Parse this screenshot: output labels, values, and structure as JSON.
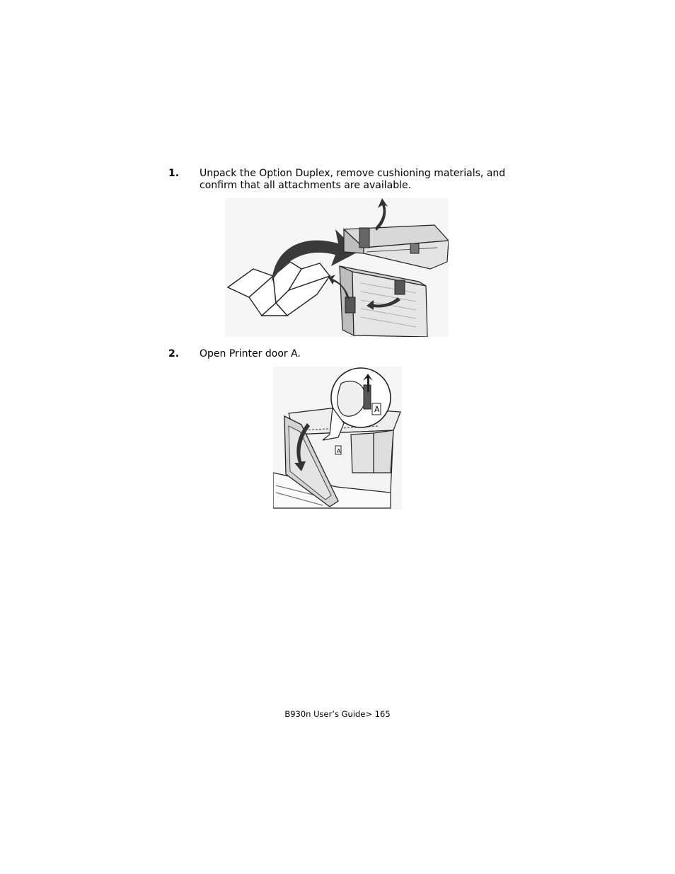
{
  "steps": [
    {
      "number": "1.",
      "text": "Unpack the Option Duplex, remove cushioning materials, and confirm that all attachments are available.",
      "figure": "unpack-duplex-illustration"
    },
    {
      "number": "2.",
      "text": "Open Printer door A.",
      "figure": "open-door-a-illustration"
    }
  ],
  "figure2": {
    "door_label": "A"
  },
  "footer": {
    "text": "B930n User’s Guide> 165"
  }
}
